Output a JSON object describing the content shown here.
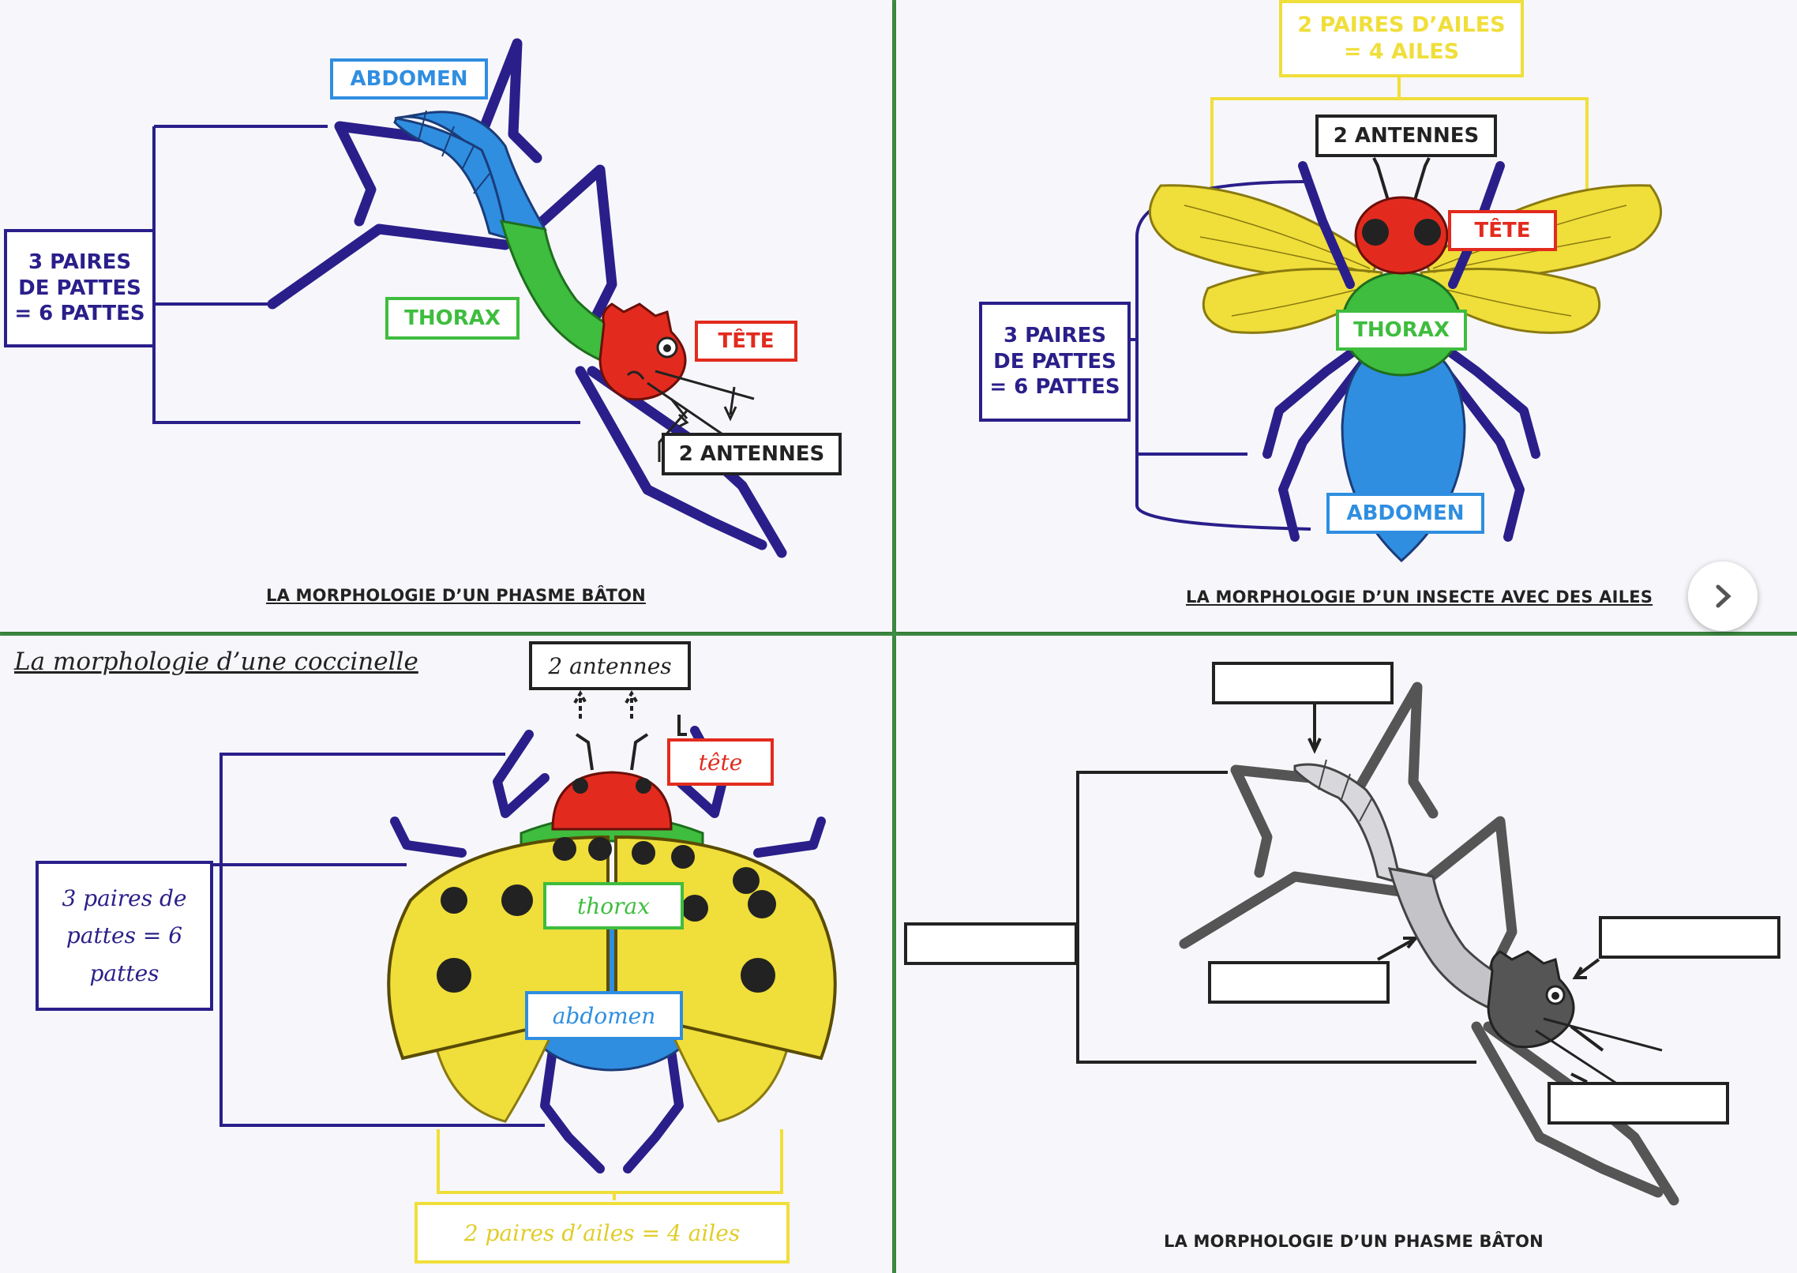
{
  "colors": {
    "abdomen": "#2f8ee0",
    "thorax": "#3ebd3e",
    "tete": "#e22b1e",
    "antennes": "#222222",
    "pattes": "#2a1f8a",
    "ailes": "#f0de3a"
  },
  "navigation": {
    "next_icon": "chevron-right"
  },
  "panel1": {
    "labels": {
      "abdomen": "ABDOMEN",
      "thorax": "THORAX",
      "tete": "TÊTE",
      "antennes": "2 ANTENNES",
      "pattes": "3 PAIRES\nDE PATTES\n= 6 PATTES"
    },
    "caption": "LA MORPHOLOGIE D’UN PHASME BÂTON"
  },
  "panel2": {
    "labels": {
      "ailes": "2 PAIRES D’AILES\n= 4 AILES",
      "antennes": "2 ANTENNES",
      "tete": "TÊTE",
      "thorax": "THORAX",
      "pattes": "3 PAIRES\nDE PATTES\n= 6 PATTES",
      "abdomen": "ABDOMEN"
    },
    "caption": "LA MORPHOLOGIE D’UN INSECTE AVEC DES AILES"
  },
  "panel3": {
    "title": "La morphologie d’une coccinelle",
    "labels": {
      "antennes": "2 antennes",
      "tete": "tête",
      "thorax": "thorax",
      "abdomen": "abdomen",
      "pattes": "3 paires de\npattes = 6\npattes",
      "ailes": "2 paires d’ailes = 4 ailes"
    }
  },
  "panel4": {
    "caption": "LA MORPHOLOGIE D’UN PHASME BÂTON"
  }
}
